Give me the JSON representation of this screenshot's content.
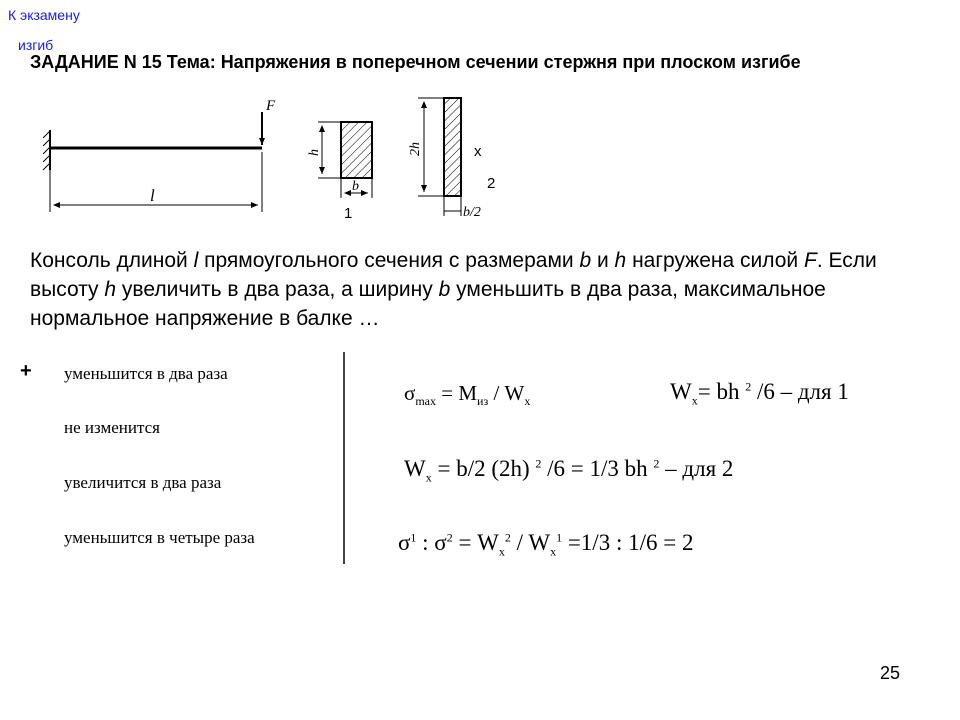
{
  "nav": {
    "exam_link": "К экзамену",
    "topic_link": "изгиб"
  },
  "title": "ЗАДАНИЕ N 15 Тема: Напряжения в поперечном сечении стержня при плоском изгибе",
  "figure": {
    "force_label": "F",
    "length_label": "l",
    "section1": {
      "height_label": "h",
      "width_label": "b",
      "number": "1"
    },
    "section2": {
      "height_label": "2h",
      "width_label": "b/2",
      "axis_label": "x",
      "number": "2"
    }
  },
  "problem": {
    "p1": "Консоль длиной ",
    "v1": "l",
    "p2": " прямоугольного сечения с размерами ",
    "v2": "b",
    "p3": " и ",
    "v3": "h",
    "p4": " нагружена силой ",
    "v4": "F",
    "p5": ". Если высоту ",
    "v5": "h",
    "p6": " увеличить в два раза, а ширину ",
    "v6": "b",
    "p7": " уменьшить в два раза, максимальное нормальное напряжение в балке …"
  },
  "answers": [
    {
      "mark": "+",
      "text": "уменьшится в два раза"
    },
    {
      "mark": "",
      "text": "не изменится"
    },
    {
      "mark": "",
      "text": "увеличится в два раза"
    },
    {
      "mark": "",
      "text": "уменьшится в четыре раза"
    }
  ],
  "formulas": {
    "f1": {
      "a": "σ",
      "a_sub": "max",
      "b": " = M",
      "b_sub": "из",
      "c": " / W",
      "c_sub": "x"
    },
    "f2": {
      "a": "W",
      "a_sub": "x",
      "b": "= bh ",
      "b_sup": "2",
      "c": " /6 – для 1"
    },
    "f3": {
      "a": "W",
      "a_sub": "x",
      "b": " = b/2 (2h) ",
      "b_sup": "2",
      "c": " /6  = 1/3 bh ",
      "c_sup": "2",
      "d": " – для 2"
    },
    "f4": {
      "a": "σ",
      "a_sup": "1",
      "b": " : σ",
      "b_sup": "2",
      "c": " = W",
      "c_sub": "x",
      "c_sup": "2",
      "d": " / W",
      "d_sub": "x",
      "d_sup": "1",
      "e": " =1/3 : 1/6 = 2"
    }
  },
  "page_number": "25"
}
